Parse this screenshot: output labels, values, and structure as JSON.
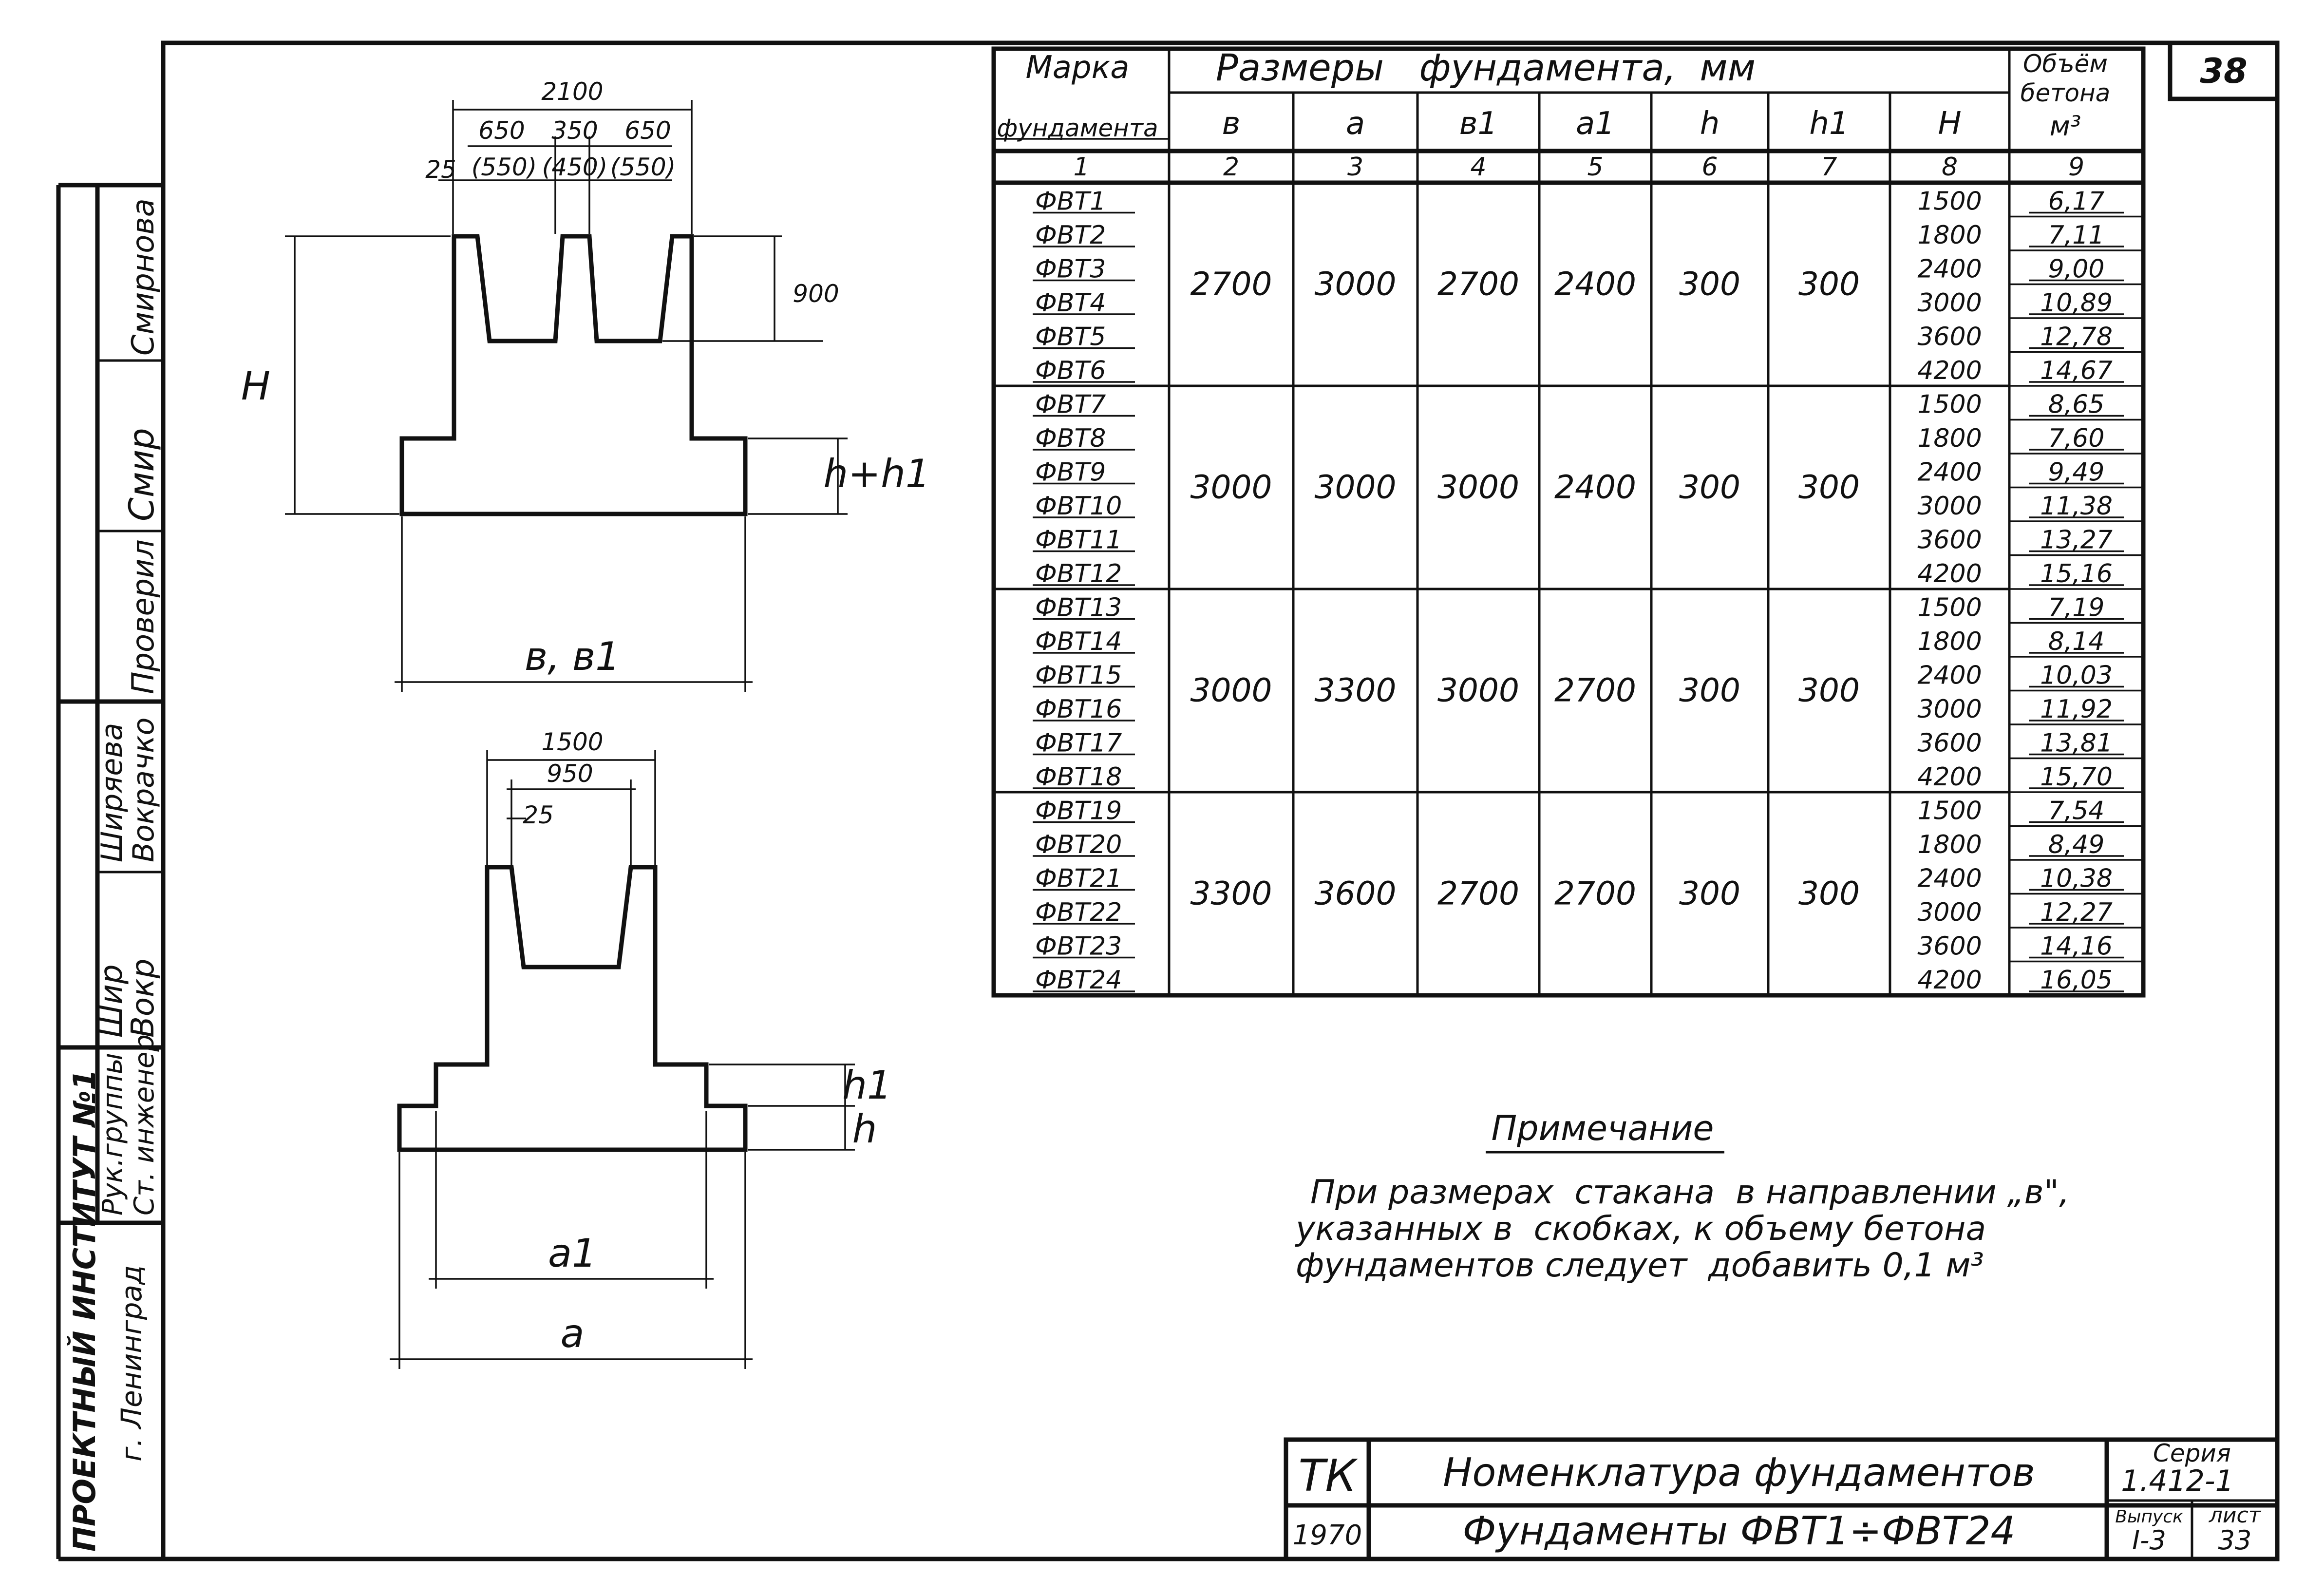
{
  "sheet_number": "38",
  "left_strip": {
    "institute_line1": "ПРОЕКТНЫЙ ИНСТИТУТ №1",
    "institute_line2": "г. Ленинград",
    "roles": [
      "Проверил",
      "Рук.группы",
      "Ст. инженер"
    ],
    "names": [
      "Смирнова",
      "Ширяева",
      "Вокрачко"
    ],
    "signatures": [
      "Смир",
      "Шир",
      "Вокр"
    ]
  },
  "drawing_top": {
    "overall_width": "2100",
    "segments": [
      "650",
      "350",
      "650"
    ],
    "segments_alt": [
      "(550)",
      "(450)",
      "(550)"
    ],
    "wall": "25",
    "cup_depth": "900",
    "height_label": "H",
    "step_label": "h+h1",
    "base_label": "в, в1"
  },
  "drawing_bottom": {
    "overall_width": "1500",
    "inner_width": "950",
    "wall": "25",
    "h1_label": "h1",
    "h_label": "h",
    "a1_label": "a1",
    "a_label": "a"
  },
  "table": {
    "col_mark_line1": "Марка",
    "col_mark_line2": "фундамента",
    "group_title": "Размеры   фундамента,  мм",
    "col_volume_line1": "Объём",
    "col_volume_line2": "бетона",
    "col_volume_unit": "м³",
    "sub_headers": [
      "в",
      "а",
      "в1",
      "а1",
      "h",
      "h1",
      "H"
    ],
    "col_numbers": [
      "1",
      "2",
      "3",
      "4",
      "5",
      "6",
      "7",
      "8",
      "9"
    ],
    "groups": [
      {
        "b": "2700",
        "a": "3000",
        "b1": "2700",
        "a1": "2400",
        "h": "300",
        "h1": "300",
        "rows": [
          {
            "mark": "ФВТ1",
            "H": "1500",
            "V": "6,17"
          },
          {
            "mark": "ФВТ2",
            "H": "1800",
            "V": "7,11"
          },
          {
            "mark": "ФВТ3",
            "H": "2400",
            "V": "9,00"
          },
          {
            "mark": "ФВТ4",
            "H": "3000",
            "V": "10,89"
          },
          {
            "mark": "ФВТ5",
            "H": "3600",
            "V": "12,78"
          },
          {
            "mark": "ФВТ6",
            "H": "4200",
            "V": "14,67"
          }
        ]
      },
      {
        "b": "3000",
        "a": "3000",
        "b1": "3000",
        "a1": "2400",
        "h": "300",
        "h1": "300",
        "rows": [
          {
            "mark": "ФВТ7",
            "H": "1500",
            "V": "8,65"
          },
          {
            "mark": "ФВТ8",
            "H": "1800",
            "V": "7,60"
          },
          {
            "mark": "ФВТ9",
            "H": "2400",
            "V": "9,49"
          },
          {
            "mark": "ФВТ10",
            "H": "3000",
            "V": "11,38"
          },
          {
            "mark": "ФВТ11",
            "H": "3600",
            "V": "13,27"
          },
          {
            "mark": "ФВТ12",
            "H": "4200",
            "V": "15,16"
          }
        ]
      },
      {
        "b": "3000",
        "a": "3300",
        "b1": "3000",
        "a1": "2700",
        "h": "300",
        "h1": "300",
        "rows": [
          {
            "mark": "ФВТ13",
            "H": "1500",
            "V": "7,19"
          },
          {
            "mark": "ФВТ14",
            "H": "1800",
            "V": "8,14"
          },
          {
            "mark": "ФВТ15",
            "H": "2400",
            "V": "10,03"
          },
          {
            "mark": "ФВТ16",
            "H": "3000",
            "V": "11,92"
          },
          {
            "mark": "ФВТ17",
            "H": "3600",
            "V": "13,81"
          },
          {
            "mark": "ФВТ18",
            "H": "4200",
            "V": "15,70"
          }
        ]
      },
      {
        "b": "3300",
        "a": "3600",
        "b1": "2700",
        "a1": "2700",
        "h": "300",
        "h1": "300",
        "rows": [
          {
            "mark": "ФВТ19",
            "H": "1500",
            "V": "7,54"
          },
          {
            "mark": "ФВТ20",
            "H": "1800",
            "V": "8,49"
          },
          {
            "mark": "ФВТ21",
            "H": "2400",
            "V": "10,38"
          },
          {
            "mark": "ФВТ22",
            "H": "3000",
            "V": "12,27"
          },
          {
            "mark": "ФВТ23",
            "H": "3600",
            "V": "14,16"
          },
          {
            "mark": "ФВТ24",
            "H": "4200",
            "V": "16,05"
          }
        ]
      }
    ]
  },
  "note": {
    "title": "Примечание",
    "lines": [
      "При размерах  стакана  в направлении „в\",",
      "указанных в  скобках, к объему бетона",
      "фундаментов следует  добавить 0,1 м³"
    ]
  },
  "title_block": {
    "org": "ТК",
    "year": "1970",
    "title_main": "Номенклатура фундаментов",
    "title_sub": "Фундаменты ФВТ1÷ФВТ24",
    "series_label": "Серия",
    "series_value": "1.412-1",
    "issue_label": "Выпуск",
    "issue_value": "I-3",
    "sheet_label": "лист",
    "sheet_value": "33"
  }
}
